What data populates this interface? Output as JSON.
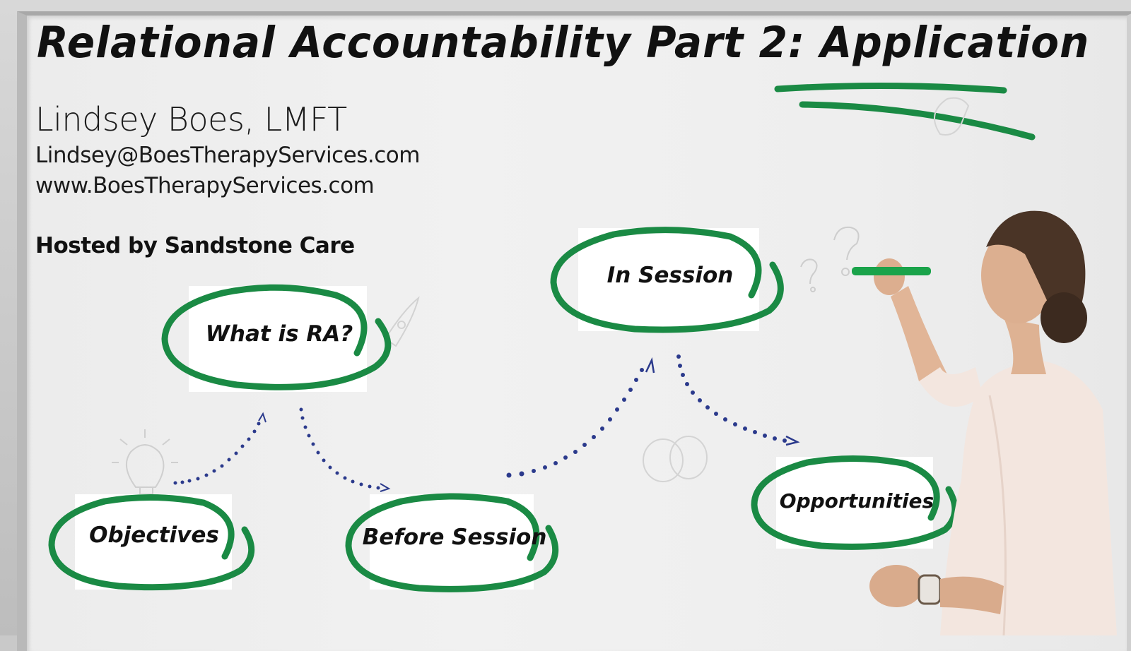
{
  "slide": {
    "title": "Relational Accountability Part 2: Application",
    "presenter": "Lindsey Boes, LMFT",
    "email": "Lindsey@BoesTherapyServices.com",
    "website": "www.BoesTherapyServices.com",
    "host": "Hosted by Sandstone Care"
  },
  "diagram": {
    "nodes": [
      {
        "id": "objectives",
        "label": "Objectives"
      },
      {
        "id": "what-is-ra",
        "label": "What is RA?"
      },
      {
        "id": "before-session",
        "label": "Before Session"
      },
      {
        "id": "in-session",
        "label": "In Session"
      },
      {
        "id": "opportunities",
        "label": "Opportunities"
      }
    ],
    "flow": [
      "Objectives",
      "What is RA?",
      "Before Session",
      "In Session",
      "Opportunities"
    ]
  },
  "colors": {
    "ring_green": "#1a8a44",
    "arrow_blue": "#2b3a8c",
    "text": "#111111",
    "board": "#eeeeee"
  },
  "icons": [
    "lightbulb-sketch-icon",
    "rocket-sketch-icon",
    "question-marks-sketch-icon",
    "ab-circles-sketch-icon",
    "chess-piece-sketch-icon"
  ]
}
